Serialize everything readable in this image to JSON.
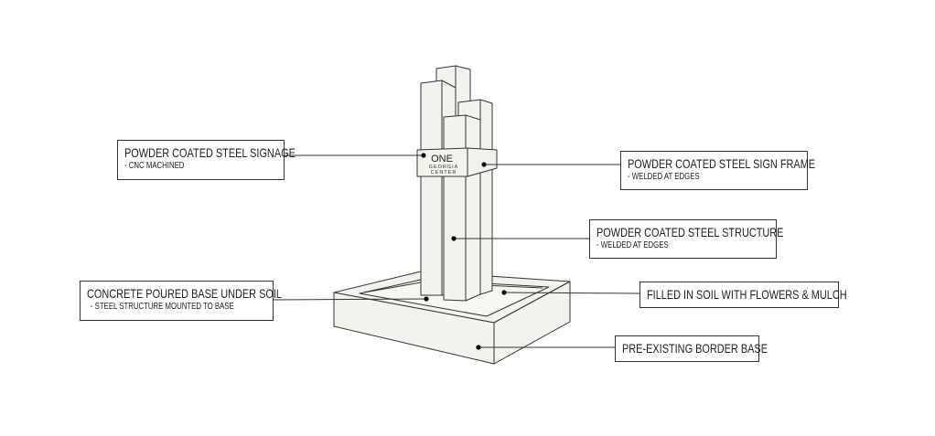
{
  "sign_text": {
    "line1": "ONE",
    "line2": "GEORGIA",
    "line3": "CENTER"
  },
  "callouts": [
    {
      "title": "POWDER COATED STEEL SIGNAGE",
      "subtitle": "- CNC MACHINED"
    },
    {
      "title": "CONCRETE POURED BASE UNDER SOIL",
      "subtitle": "- STEEL STRUCTURE MOUNTED TO BASE"
    },
    {
      "title": "POWDER COATED STEEL SIGN FRAME",
      "subtitle": "- WELDED AT EDGES"
    },
    {
      "title": "POWDER COATED STEEL STRUCTURE",
      "subtitle": "- WELDED AT EDGES"
    },
    {
      "title": "FILLED IN SOIL WITH FLOWERS & MULCH"
    },
    {
      "title": "PRE-EXISTING BORDER BASE"
    }
  ],
  "colors": {
    "fill": "#f3f3ee",
    "stroke": "#333333"
  }
}
